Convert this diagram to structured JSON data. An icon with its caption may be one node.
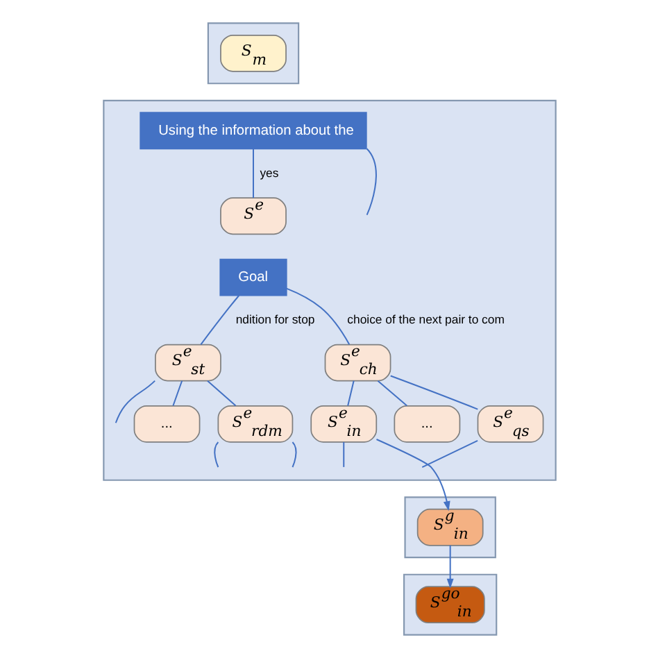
{
  "diagram": {
    "nodes": [
      {
        "text": [],
        "shape": "band"
      },
      {
        "text": [
          "S$_{m}$"
        ],
        "in": 0
      },
      {
        "text": [],
        "shape": "band"
      },
      {
        "text": [
          "Using the information about the"
        ],
        "in": 2
      },
      {
        "text": [
          "S$^{e}$"
        ],
        "in": 2
      },
      {
        "text": [
          "Goal"
        ],
        "in": 2
      },
      {
        "text": [
          "S$^{e}$$_{st}$"
        ],
        "in": 2
      },
      {
        "text": [
          "S$^{e}$$_{ch}$"
        ],
        "in": 2
      },
      {
        "text": [
          "..."
        ],
        "in": 2
      },
      {
        "text": [
          "S$^{e}$$_{rdm}$"
        ],
        "in": 2
      },
      {
        "text": [
          "S$^{e}$$_{in}$"
        ],
        "in": 2
      },
      {
        "text": [
          "..."
        ],
        "in": 2
      },
      {
        "text": [
          "S$^{e}$$_{qs}$"
        ],
        "in": 2
      },
      {
        "text": [],
        "shape": "band"
      },
      {
        "text": [
          "S$^{g}$$_{in}$"
        ],
        "in": 13
      },
      {
        "text": [],
        "shape": "band"
      },
      {
        "text": [
          "S$^{go}$$_{in}$"
        ],
        "in": 15
      }
    ],
    "edges": [
      {
        "from": 3,
        "to": 4,
        "arrow": "none",
        "label": "yes"
      },
      {
        "from": 3,
        "to": null,
        "arrow": "none"
      },
      {
        "from": 5,
        "to": 6,
        "arrow": "none",
        "label": "ndition for stop"
      },
      {
        "from": 5,
        "to": 7,
        "arrow": "none",
        "label": "choice of the next pair to com"
      },
      {
        "from": 6,
        "to": null,
        "arrow": "none"
      },
      {
        "from": 6,
        "to": 8,
        "arrow": "none"
      },
      {
        "from": 6,
        "to": 9,
        "arrow": "none"
      },
      {
        "from": 7,
        "to": 10,
        "arrow": "none"
      },
      {
        "from": 7,
        "to": 11,
        "arrow": "none"
      },
      {
        "from": 7,
        "to": 12,
        "arrow": "none"
      },
      {
        "from": 9,
        "to": null,
        "arrow": "none"
      },
      {
        "from": 9,
        "to": null,
        "arrow": "none"
      },
      {
        "from": 10,
        "to": 14,
        "arrow": "to"
      },
      {
        "from": 10,
        "to": null,
        "arrow": "none"
      },
      {
        "from": 12,
        "to": null,
        "arrow": "none"
      },
      {
        "from": 14,
        "to": 16,
        "arrow": "to"
      }
    ]
  }
}
